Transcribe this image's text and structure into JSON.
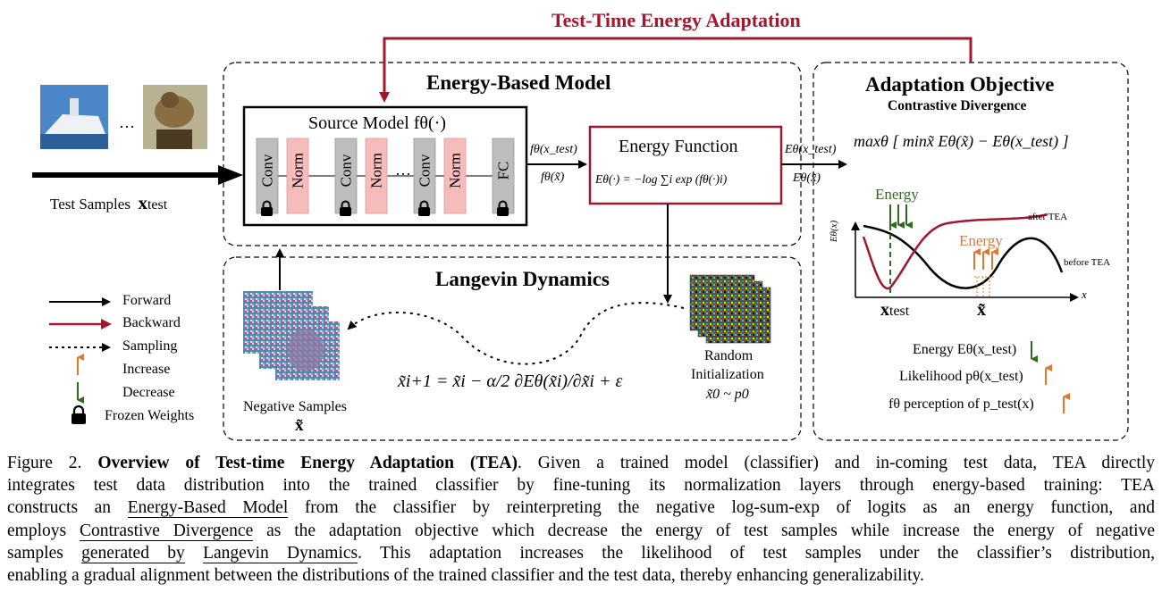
{
  "figure": {
    "tea_title": "Test-Time Energy Adaptation",
    "ebm_title": "Energy-Based Model",
    "source_model": "Source Model fθ(·)",
    "layers": [
      "Conv",
      "Norm",
      "Conv",
      "Norm",
      "Conv",
      "Norm",
      "FC"
    ],
    "ellipsis": "…",
    "test_samples": "Test Samples",
    "x_test": "x",
    "x_test_sub": "test",
    "f_xtest": "fθ(x_test)",
    "f_xtilde": "fθ(x̃)",
    "energy_function_title": "Energy Function",
    "energy_formula": "Eθ(·) = −log ∑i exp (fθ(·)i)",
    "e_xtest": "Eθ(x_test)",
    "e_xtilde": "Eθ(x̃)",
    "objective_title": "Adaptation Objective",
    "objective_subtitle": "Contrastive Divergence",
    "objective_formula": "maxθ [ minx̃ Eθ(x̃) − Eθ(x_test) ]",
    "energy_label_1": "Energy",
    "energy_label_2": "Energy",
    "after_tea": "after TEA",
    "before_tea": "before TEA",
    "axis_y": "Eθ(x)",
    "axis_x": "x",
    "plot_x_test": "x",
    "plot_x_test_sub": "test",
    "plot_x_tilde": "x̃",
    "effect_1": "Energy  Eθ(x_test)",
    "effect_2": "Likelihood  pθ(x_test)",
    "effect_3": "fθ  perception of  p_test(x)",
    "langevin_title": "Langevin Dynamics",
    "langevin_formula": "x̃i+1 = x̃i − α/2 ∂Eθ(x̃i)/∂x̃i + ε",
    "negative_samples": "Negative Samples",
    "negative_symbol": "x̃",
    "random_init_1": "Random",
    "random_init_2": "Initialization",
    "random_init_3": "x̃0 ~ p0",
    "legend": {
      "forward": "Forward",
      "backward": "Backward",
      "sampling": "Sampling",
      "increase": "Increase",
      "decrease": "Decrease",
      "frozen": "Frozen Weights"
    },
    "colors": {
      "tea_red": "#a3172e",
      "norm_pink": "#f6bcbc",
      "conv_gray": "#bdbdbd",
      "energy_green": "#2f6b1e",
      "energy_orange": "#e0792f"
    }
  },
  "caption": {
    "lead": "Figure 2.",
    "title": "Overview of Test-time Energy Adaptation (TEA)",
    "line1": ". Given a trained model (classifier) and in-coming test data, TEA directly",
    "line2": "integrates test data distribution into the trained classifier by fine-tuning its normalization layers through energy-based training: TEA",
    "line3a": "constructs an",
    "line3b": "Energy-Based Model",
    "line3c": "from the classifier by reinterpreting the negative log-sum-exp of logits as an energy function, and",
    "line4a": "employs",
    "line4b": "Contrastive Divergence",
    "line4c": "as the adaptation objective which decrease the energy of test samples while increase the energy of negative",
    "line5a": "samples",
    "line5b": "generated by",
    "line5c": "Langevin Dynamics",
    "line5d": ".  This adaptation increases the likelihood of test samples under the classifier’s distribution,",
    "line6": "enabling a gradual alignment between the distributions of the trained classifier and the test data, thereby enhancing generalizability."
  }
}
